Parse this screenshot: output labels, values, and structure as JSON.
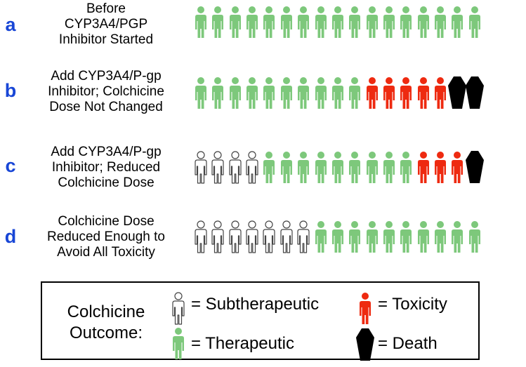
{
  "colors": {
    "therapeutic": "#7dc87b",
    "toxicity": "#ee2a10",
    "death": "#000000",
    "subtherapeutic_stroke": "#444444",
    "row_letter": "#1846d6"
  },
  "rows": [
    {
      "letter": "a",
      "label_lines": [
        "Before",
        "CYP3A4/PGP",
        "Inhibitor Started"
      ],
      "outcomes": [
        "therapeutic",
        "therapeutic",
        "therapeutic",
        "therapeutic",
        "therapeutic",
        "therapeutic",
        "therapeutic",
        "therapeutic",
        "therapeutic",
        "therapeutic",
        "therapeutic",
        "therapeutic",
        "therapeutic",
        "therapeutic",
        "therapeutic",
        "therapeutic",
        "therapeutic"
      ]
    },
    {
      "letter": "b",
      "label_lines": [
        "Add CYP3A4/P-gp",
        "Inhibitor; Colchicine",
        "Dose Not Changed"
      ],
      "outcomes": [
        "therapeutic",
        "therapeutic",
        "therapeutic",
        "therapeutic",
        "therapeutic",
        "therapeutic",
        "therapeutic",
        "therapeutic",
        "therapeutic",
        "therapeutic",
        "toxicity",
        "toxicity",
        "toxicity",
        "toxicity",
        "toxicity",
        "death",
        "death"
      ]
    },
    {
      "letter": "c",
      "label_lines": [
        "Add CYP3A4/P-gp",
        "Inhibitor; Reduced",
        "Colchicine Dose"
      ],
      "outcomes": [
        "subtherapeutic",
        "subtherapeutic",
        "subtherapeutic",
        "subtherapeutic",
        "therapeutic",
        "therapeutic",
        "therapeutic",
        "therapeutic",
        "therapeutic",
        "therapeutic",
        "therapeutic",
        "therapeutic",
        "therapeutic",
        "toxicity",
        "toxicity",
        "toxicity",
        "death"
      ]
    },
    {
      "letter": "d",
      "label_lines": [
        "Colchicine Dose",
        "Reduced Enough to",
        "Avoid All Toxicity"
      ],
      "outcomes": [
        "subtherapeutic",
        "subtherapeutic",
        "subtherapeutic",
        "subtherapeutic",
        "subtherapeutic",
        "subtherapeutic",
        "subtherapeutic",
        "therapeutic",
        "therapeutic",
        "therapeutic",
        "therapeutic",
        "therapeutic",
        "therapeutic",
        "therapeutic",
        "therapeutic",
        "therapeutic",
        "therapeutic"
      ]
    }
  ],
  "legend": {
    "title_lines": [
      "Colchicine",
      "Outcome:"
    ],
    "items": [
      {
        "type": "subtherapeutic",
        "label": "= Subtherapeutic"
      },
      {
        "type": "toxicity",
        "label": "= Toxicity"
      },
      {
        "type": "therapeutic",
        "label": "= Therapeutic"
      },
      {
        "type": "death",
        "label": "= Death"
      }
    ]
  }
}
